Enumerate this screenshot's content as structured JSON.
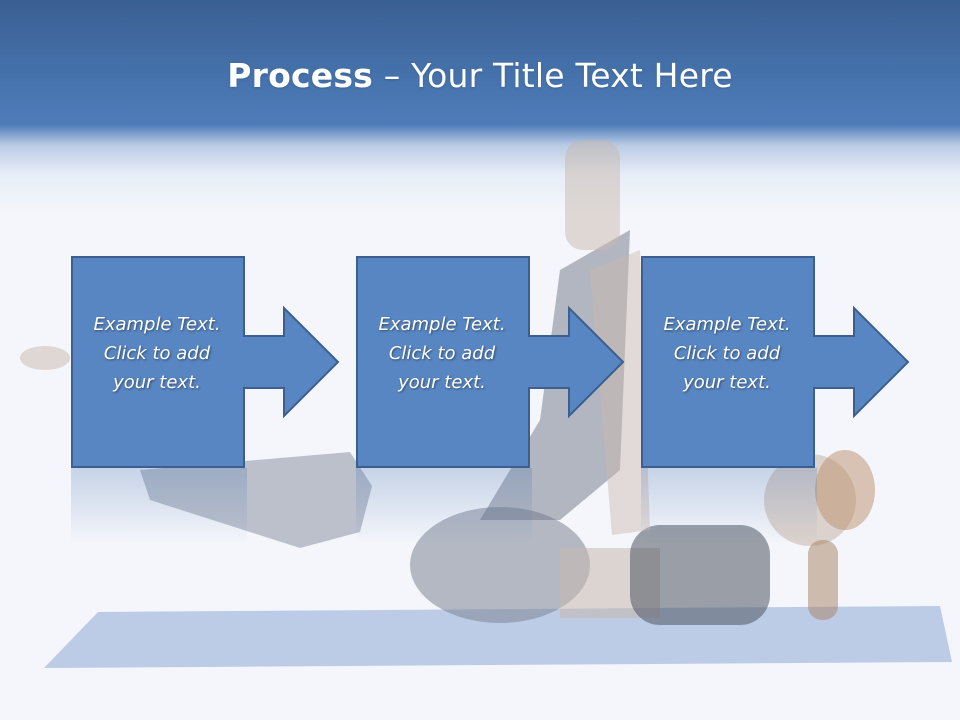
{
  "slide": {
    "title_bold": "Process",
    "title_rest": " – Your Title Text Here"
  },
  "steps": [
    {
      "line1": "Example Text.",
      "line2": "Click  to add",
      "line3": "your text."
    },
    {
      "line1": "Example Text.",
      "line2": "Click  to add",
      "line3": "your text."
    },
    {
      "line1": "Example Text.",
      "line2": "Click  to add",
      "line3": "your text."
    }
  ],
  "colors": {
    "header_dark": "#3a5f92",
    "header_light": "#4f7cb8",
    "box_fill": "#5886c2",
    "box_stroke": "#3c5f8f",
    "background": "#f4f6fb"
  },
  "icons": [
    "arrow-right-icon"
  ]
}
